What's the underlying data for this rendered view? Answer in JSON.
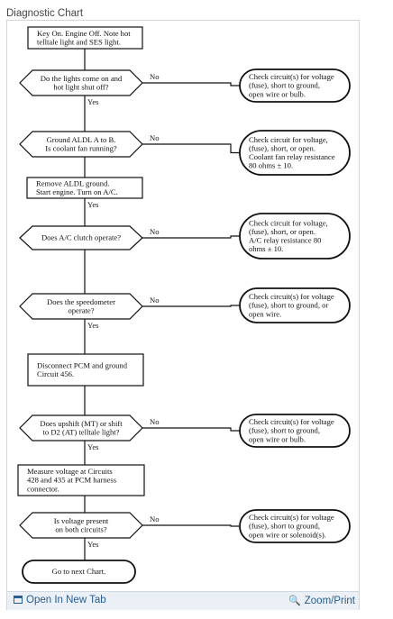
{
  "page": {
    "title": "Diagnostic Chart"
  },
  "flowchart": {
    "nodes": [
      {
        "id": "n1",
        "type": "process",
        "lines": [
          "Key On. Engine Off. Note hot",
          "telltale light and SES light."
        ]
      },
      {
        "id": "d1",
        "type": "decision",
        "lines": [
          "Do the lights come on and",
          "hot light shut off?"
        ]
      },
      {
        "id": "t1",
        "type": "terminal",
        "lines": [
          "Check circuit(s) for voltage",
          "(fuse), short to ground,",
          "open wire or bulb."
        ]
      },
      {
        "id": "d2",
        "type": "decision",
        "lines": [
          "Ground ALDL A to B.",
          "Is coolant fan running?"
        ]
      },
      {
        "id": "t2",
        "type": "terminal",
        "lines": [
          "Check circuit for voltage,",
          "(fuse), short, or open.",
          "Coolant fan relay resistance",
          "80 ohms ± 10."
        ]
      },
      {
        "id": "p2",
        "type": "process",
        "lines": [
          "Remove ALDL ground.",
          "Start engine. Turn on A/C."
        ]
      },
      {
        "id": "d3",
        "type": "decision",
        "lines": [
          "Does A/C clutch operate?"
        ]
      },
      {
        "id": "t3",
        "type": "terminal",
        "lines": [
          "Check circuit for voltage,",
          "(fuse), short, or open.",
          "A/C relay resistance  80",
          "ohms ± 10."
        ]
      },
      {
        "id": "d4",
        "type": "decision",
        "lines": [
          "Does the speedometer",
          "operate?"
        ]
      },
      {
        "id": "t4",
        "type": "terminal",
        "lines": [
          "Check circuit(s) for voltage",
          "(fuse), short to ground, or",
          "open wire."
        ]
      },
      {
        "id": "p3",
        "type": "process",
        "lines": [
          "Disconnect PCM and ground",
          "Circuit 456."
        ]
      },
      {
        "id": "d5",
        "type": "decision",
        "lines": [
          "Does upshift (MT) or shift",
          "to D2 (AT) telltale light?"
        ]
      },
      {
        "id": "t5",
        "type": "terminal",
        "lines": [
          "Check circuit(s) for voltage",
          "(fuse), short to ground,",
          "open wire or bulb."
        ]
      },
      {
        "id": "p4",
        "type": "process",
        "lines": [
          "Measure voltage at Circuits",
          "428 and 435 at PCM harness",
          "connector."
        ]
      },
      {
        "id": "d6",
        "type": "decision",
        "lines": [
          "Is voltage present",
          "on both circuits?"
        ]
      },
      {
        "id": "t6",
        "type": "terminal",
        "lines": [
          "Check circuit(s) for voltage",
          "(fuse), short to ground,",
          "open wire or solenoid(s)."
        ]
      },
      {
        "id": "end",
        "type": "terminal",
        "lines": [
          "Go to next  Chart."
        ]
      }
    ],
    "edges": [
      {
        "from": "n1",
        "to": "d1",
        "label": ""
      },
      {
        "from": "d1",
        "to": "t1",
        "label": "No"
      },
      {
        "from": "d1",
        "to": "d2",
        "label": "Yes"
      },
      {
        "from": "d2",
        "to": "t2",
        "label": "No"
      },
      {
        "from": "d2",
        "to": "p2",
        "label": ""
      },
      {
        "from": "p2",
        "to": "d3",
        "label": "Yes"
      },
      {
        "from": "d3",
        "to": "t3",
        "label": "No"
      },
      {
        "from": "d3",
        "to": "d4",
        "label": ""
      },
      {
        "from": "d4",
        "to": "t4",
        "label": "No"
      },
      {
        "from": "d4",
        "to": "p3",
        "label": "Yes"
      },
      {
        "from": "p3",
        "to": "d5",
        "label": ""
      },
      {
        "from": "d5",
        "to": "t5",
        "label": "No"
      },
      {
        "from": "d5",
        "to": "p4",
        "label": "Yes"
      },
      {
        "from": "p4",
        "to": "d6",
        "label": ""
      },
      {
        "from": "d6",
        "to": "t6",
        "label": "No"
      },
      {
        "from": "d6",
        "to": "end",
        "label": "Yes"
      }
    ]
  },
  "footer": {
    "open_label": "Open In New Tab",
    "zoom_label": "Zoom/Print",
    "open_icon": "open-new-tab-icon",
    "zoom_icon": "magnifier-icon",
    "link_color": "#2a5d8f"
  }
}
